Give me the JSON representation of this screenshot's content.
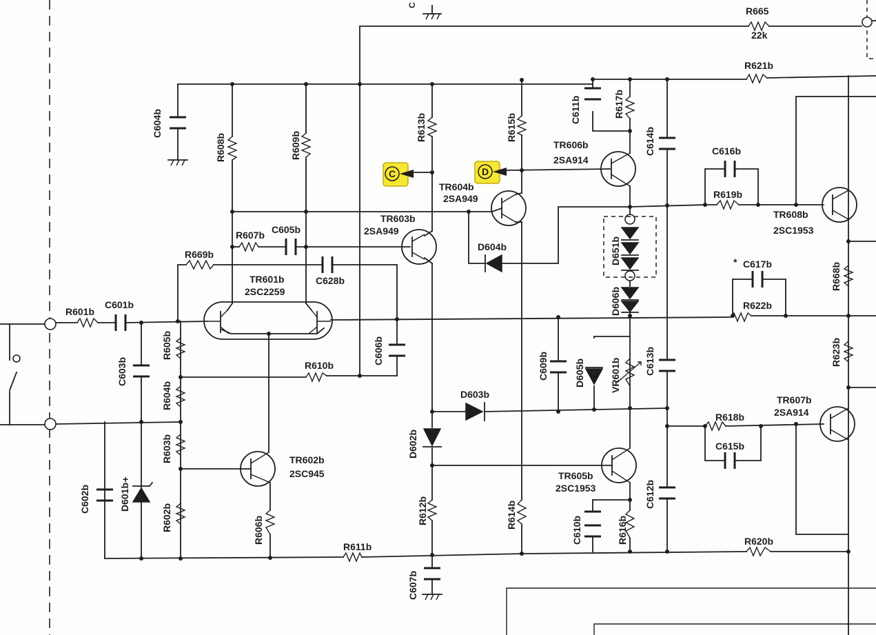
{
  "resistors": {
    "r665": "R665",
    "r665_value": "22k",
    "r621": "R621b",
    "r601": "R601b",
    "r607": "R607b",
    "r669": "R669b",
    "r610": "R610b",
    "r605": "R605b",
    "r604": "R604b",
    "r603": "R603b",
    "r602": "R602b",
    "r606": "R606b",
    "r611": "R611b",
    "r608": "R608b",
    "r609": "R609b",
    "r613": "R613b",
    "r615": "R615b",
    "r617": "R617b",
    "r619": "R619b",
    "r622": "R622b",
    "r668": "R668b",
    "r623": "R623b",
    "r618": "R618b",
    "r612": "R612b",
    "r614": "R614b",
    "r616": "R616b",
    "r620": "R620b",
    "vr601": "VR601b"
  },
  "capacitors": {
    "c604": "C604b",
    "c601": "C601b",
    "c605": "C605b",
    "c628": "C628b",
    "c603": "C603b",
    "c602": "C602b",
    "c606": "C606b",
    "c611": "C611b",
    "c614": "C614b",
    "c616": "C616b",
    "c617": "C617b",
    "c609": "C609b",
    "c613": "C613b",
    "c615": "C615b",
    "c610": "C610b",
    "c612": "C612b",
    "c607": "C607b",
    "c_top": "C"
  },
  "transistors": {
    "tr601": "TR601b",
    "tr601_type": "2SC2259",
    "tr602": "TR602b",
    "tr602_type": "2SC945",
    "tr603": "TR603b",
    "tr603_type": "2SA949",
    "tr604": "TR604b",
    "tr604_type": "2SA949",
    "tr605": "TR605b",
    "tr605_type": "2SC1953",
    "tr606": "TR606b",
    "tr606_type": "2SA914",
    "tr607": "TR607b",
    "tr607_type": "2SA914",
    "tr608": "TR608b",
    "tr608_type": "2SC1953"
  },
  "diodes": {
    "d601": "D601b",
    "d602": "D602b",
    "d603": "D603b",
    "d604": "D604b",
    "d605": "D605b",
    "d606": "D606b",
    "d651": "D651b"
  },
  "markers": {
    "c": "C",
    "d": "D"
  },
  "symbols": {
    "plus": "+",
    "star": "*"
  },
  "colors": {
    "ink": "#1e1e1e",
    "highlight": "#f7e633"
  }
}
